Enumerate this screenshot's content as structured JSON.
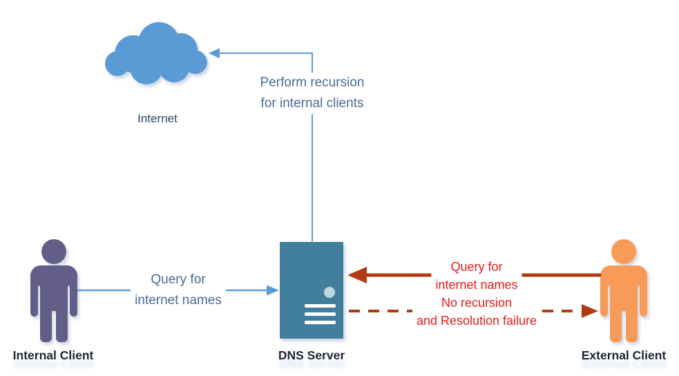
{
  "diagram": {
    "nodes": {
      "internet": {
        "label": "Internet",
        "icon": "cloud-icon"
      },
      "dns_server": {
        "label": "DNS Server",
        "icon": "server-icon"
      },
      "internal_client": {
        "label": "Internal Client",
        "icon": "person-icon"
      },
      "external_client": {
        "label": "External Client",
        "icon": "person-icon"
      }
    },
    "annotations": {
      "recursion_line1": "Perform recursion",
      "recursion_line2": "for internal clients",
      "internal_query_line1": "Query for",
      "internal_query_line2": "internet names",
      "external_query_line1": "Query for",
      "external_query_line2": "internet names",
      "failure_line1": "No recursion",
      "failure_line2": "and Resolution failure"
    },
    "edges": [
      {
        "from": "dns_server",
        "to": "internet",
        "style": "solid",
        "color_ref": "arrow_blue",
        "label": "Perform recursion for internal clients"
      },
      {
        "from": "internal_client",
        "to": "dns_server",
        "style": "solid",
        "color_ref": "arrow_blue",
        "label": "Query for internet names"
      },
      {
        "from": "external_client",
        "to": "dns_server",
        "style": "solid",
        "color_ref": "dark_red",
        "label": "Query for internet names"
      },
      {
        "from": "dns_server",
        "to": "external_client",
        "style": "dashed",
        "color_ref": "dark_red",
        "label": "No recursion and Resolution failure"
      }
    ]
  },
  "colors": {
    "cloud_blue": "#5B9BD5",
    "arrow_blue": "#5B9BD5",
    "text_blue": "#466A96",
    "navy_label": "#24436B",
    "dark_label": "#1E2433",
    "server_teal": "#417F9D",
    "server_detail_light": "#BDD7DF",
    "person_purple": "#635E88",
    "person_orange": "#F99B58",
    "dark_red": "#B13A10",
    "bright_red": "#E61A1A"
  }
}
